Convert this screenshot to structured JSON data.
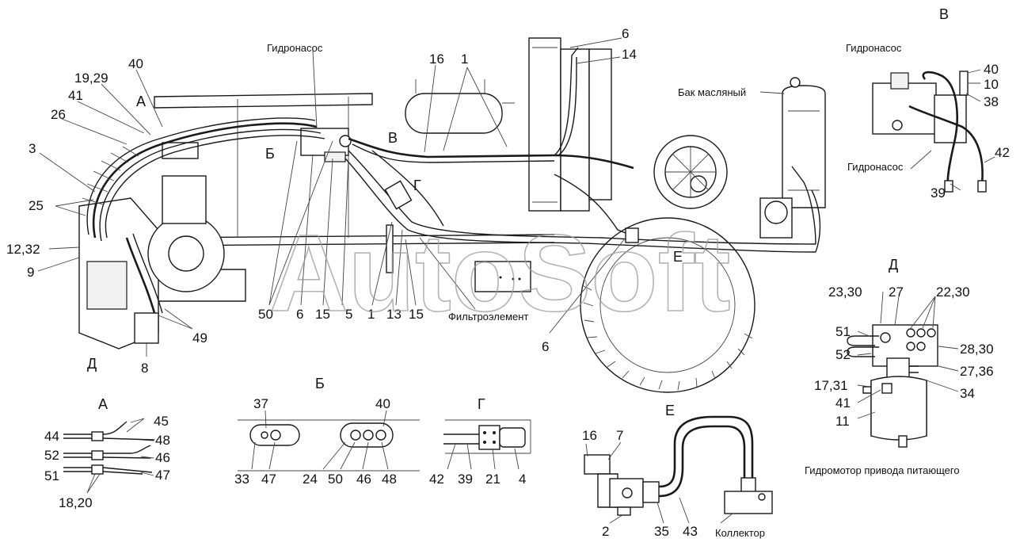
{
  "labels": {
    "hydropump_main": "Гидронасос",
    "oil_tank": "Бак масляный",
    "filter_element": "Фильтроэлемент",
    "hydropump_v1": "Гидронасос",
    "hydropump_v2": "Гидронасос",
    "hydromotor": "Гидромотор привода питающего",
    "collector": "Коллектор"
  },
  "views": {
    "a_main": "А",
    "b_main": "Б",
    "v_main": "В",
    "g_main": "Г",
    "d_main": "Д",
    "e_main": "Е",
    "a_detail": "А",
    "b_detail": "Б",
    "v_detail": "В",
    "g_detail": "Г",
    "d_detail": "Д",
    "e_detail": "Е"
  },
  "main": {
    "n6_top": "6",
    "n14": "14",
    "n16": "16",
    "n1_top": "1",
    "n40": "40",
    "n19_29": "19,29",
    "n41": "41",
    "n26": "26",
    "n3": "3",
    "n25": "25",
    "n12_32": "12,32",
    "n9": "9",
    "n8": "8",
    "n49": "49",
    "n50": "50",
    "n6_mid": "6",
    "n15_a": "15",
    "n5": "5",
    "n1_mid": "1",
    "n13": "13",
    "n15_b": "15",
    "n6_low": "6"
  },
  "detail_v": {
    "n40": "40",
    "n10": "10",
    "n38": "38",
    "n42": "42",
    "n39": "39"
  },
  "detail_d": {
    "n23_30": "23,30",
    "n27": "27",
    "n22_30": "22,30",
    "n51": "51",
    "n52": "52",
    "n28_30": "28,30",
    "n27_36": "27,36",
    "n17_31": "17,31",
    "n34": "34",
    "n41": "41",
    "n11": "11"
  },
  "detail_a": {
    "n45": "45",
    "n44": "44",
    "n48": "48",
    "n52": "52",
    "n46": "46",
    "n51": "51",
    "n47": "47",
    "n18_20": "18,20"
  },
  "detail_b": {
    "n37": "37",
    "n40": "40",
    "n33": "33",
    "n47": "47",
    "n24": "24",
    "n50": "50",
    "n46": "46",
    "n48": "48"
  },
  "detail_g": {
    "n42": "42",
    "n39": "39",
    "n21": "21",
    "n4": "4"
  },
  "detail_e": {
    "n16": "16",
    "n7": "7",
    "n2": "2",
    "n35": "35",
    "n43": "43"
  },
  "watermark": "AutoSoft",
  "colors": {
    "ink": "#1a1a1a",
    "watermark": "#9a9a9a",
    "background": "#ffffff"
  }
}
